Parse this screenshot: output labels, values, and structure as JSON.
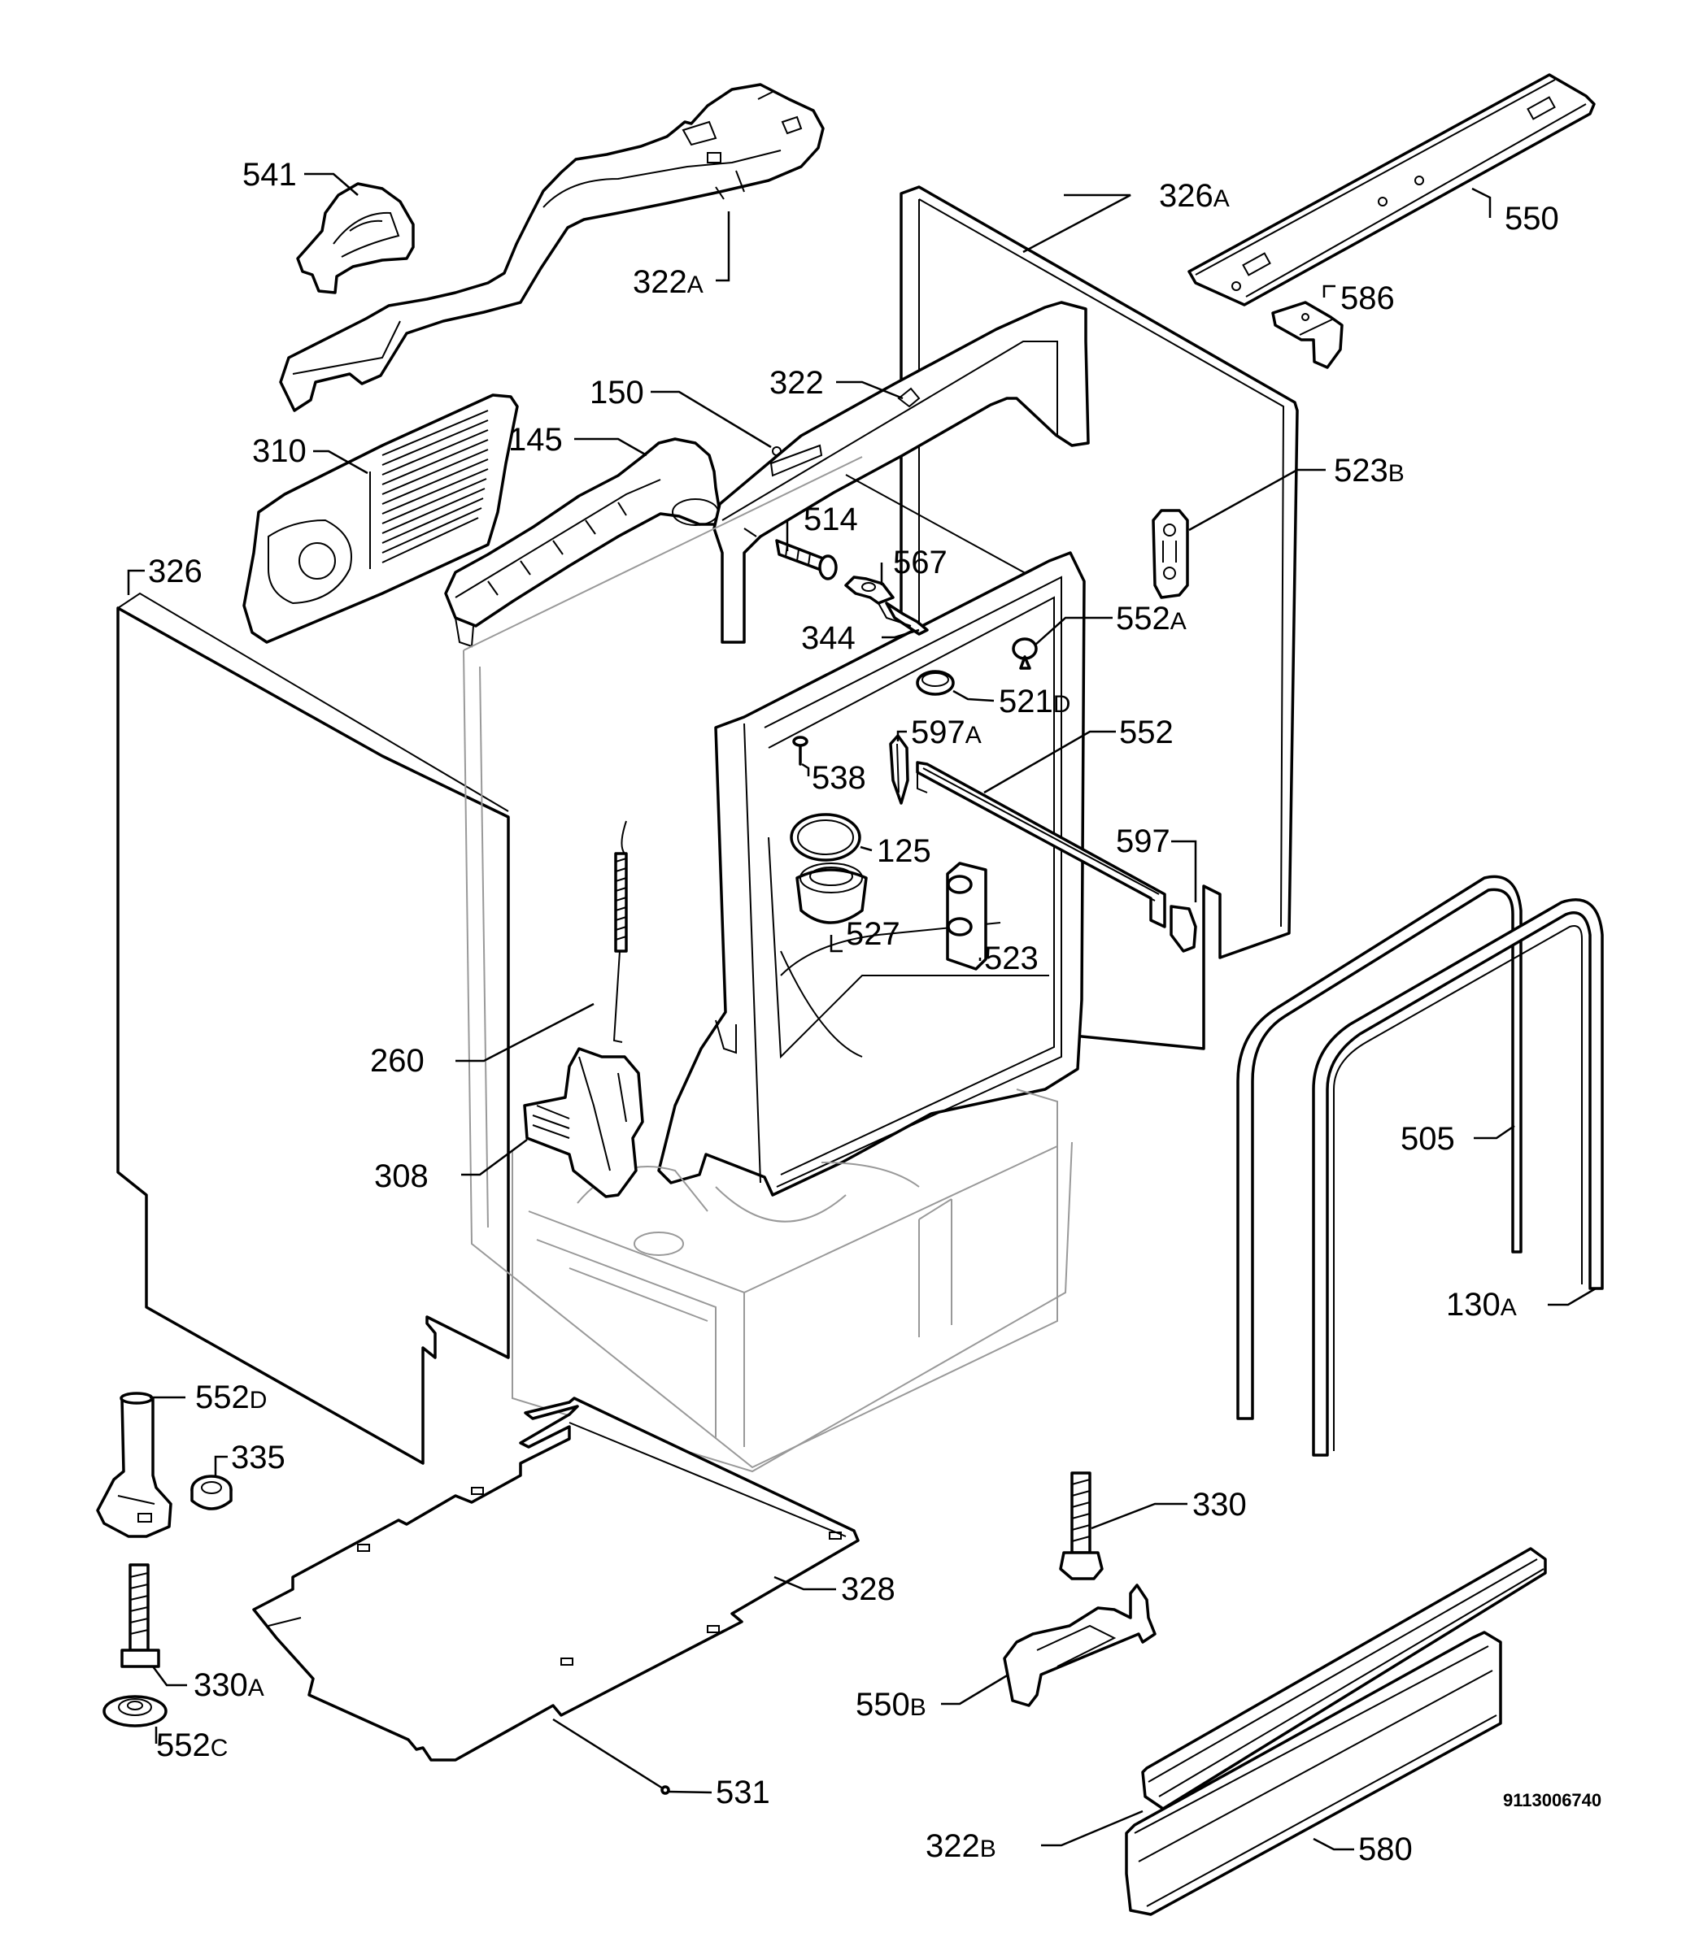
{
  "diagram": {
    "document_number": "9113006740",
    "callouts": [
      {
        "id": "541",
        "number": "541",
        "suffix": ""
      },
      {
        "id": "322A",
        "number": "322",
        "suffix": "A"
      },
      {
        "id": "326A",
        "number": "326",
        "suffix": "A"
      },
      {
        "id": "550",
        "number": "550",
        "suffix": ""
      },
      {
        "id": "586",
        "number": "586",
        "suffix": ""
      },
      {
        "id": "150",
        "number": "150",
        "suffix": ""
      },
      {
        "id": "322",
        "number": "322",
        "suffix": ""
      },
      {
        "id": "310",
        "number": "310",
        "suffix": ""
      },
      {
        "id": "145",
        "number": "145",
        "suffix": ""
      },
      {
        "id": "523B",
        "number": "523",
        "suffix": "B"
      },
      {
        "id": "514",
        "number": "514",
        "suffix": ""
      },
      {
        "id": "567",
        "number": "567",
        "suffix": ""
      },
      {
        "id": "326",
        "number": "326",
        "suffix": ""
      },
      {
        "id": "552A",
        "number": "552",
        "suffix": "A"
      },
      {
        "id": "344",
        "number": "344",
        "suffix": ""
      },
      {
        "id": "521D",
        "number": "521",
        "suffix": "D"
      },
      {
        "id": "597A",
        "number": "597",
        "suffix": "A"
      },
      {
        "id": "552",
        "number": "552",
        "suffix": ""
      },
      {
        "id": "538",
        "number": "538",
        "suffix": ""
      },
      {
        "id": "597",
        "number": "597",
        "suffix": ""
      },
      {
        "id": "125",
        "number": "125",
        "suffix": ""
      },
      {
        "id": "527",
        "number": "527",
        "suffix": ""
      },
      {
        "id": "523",
        "number": "523",
        "suffix": ""
      },
      {
        "id": "260",
        "number": "260",
        "suffix": ""
      },
      {
        "id": "505",
        "number": "505",
        "suffix": ""
      },
      {
        "id": "308",
        "number": "308",
        "suffix": ""
      },
      {
        "id": "130A",
        "number": "130",
        "suffix": "A"
      },
      {
        "id": "552D",
        "number": "552",
        "suffix": "D"
      },
      {
        "id": "335",
        "number": "335",
        "suffix": ""
      },
      {
        "id": "330",
        "number": "330",
        "suffix": ""
      },
      {
        "id": "328",
        "number": "328",
        "suffix": ""
      },
      {
        "id": "330A",
        "number": "330",
        "suffix": "A"
      },
      {
        "id": "550B",
        "number": "550",
        "suffix": "B"
      },
      {
        "id": "552C",
        "number": "552",
        "suffix": "C"
      },
      {
        "id": "531",
        "number": "531",
        "suffix": ""
      },
      {
        "id": "322B",
        "number": "322",
        "suffix": "B"
      },
      {
        "id": "580",
        "number": "580",
        "suffix": ""
      }
    ]
  }
}
